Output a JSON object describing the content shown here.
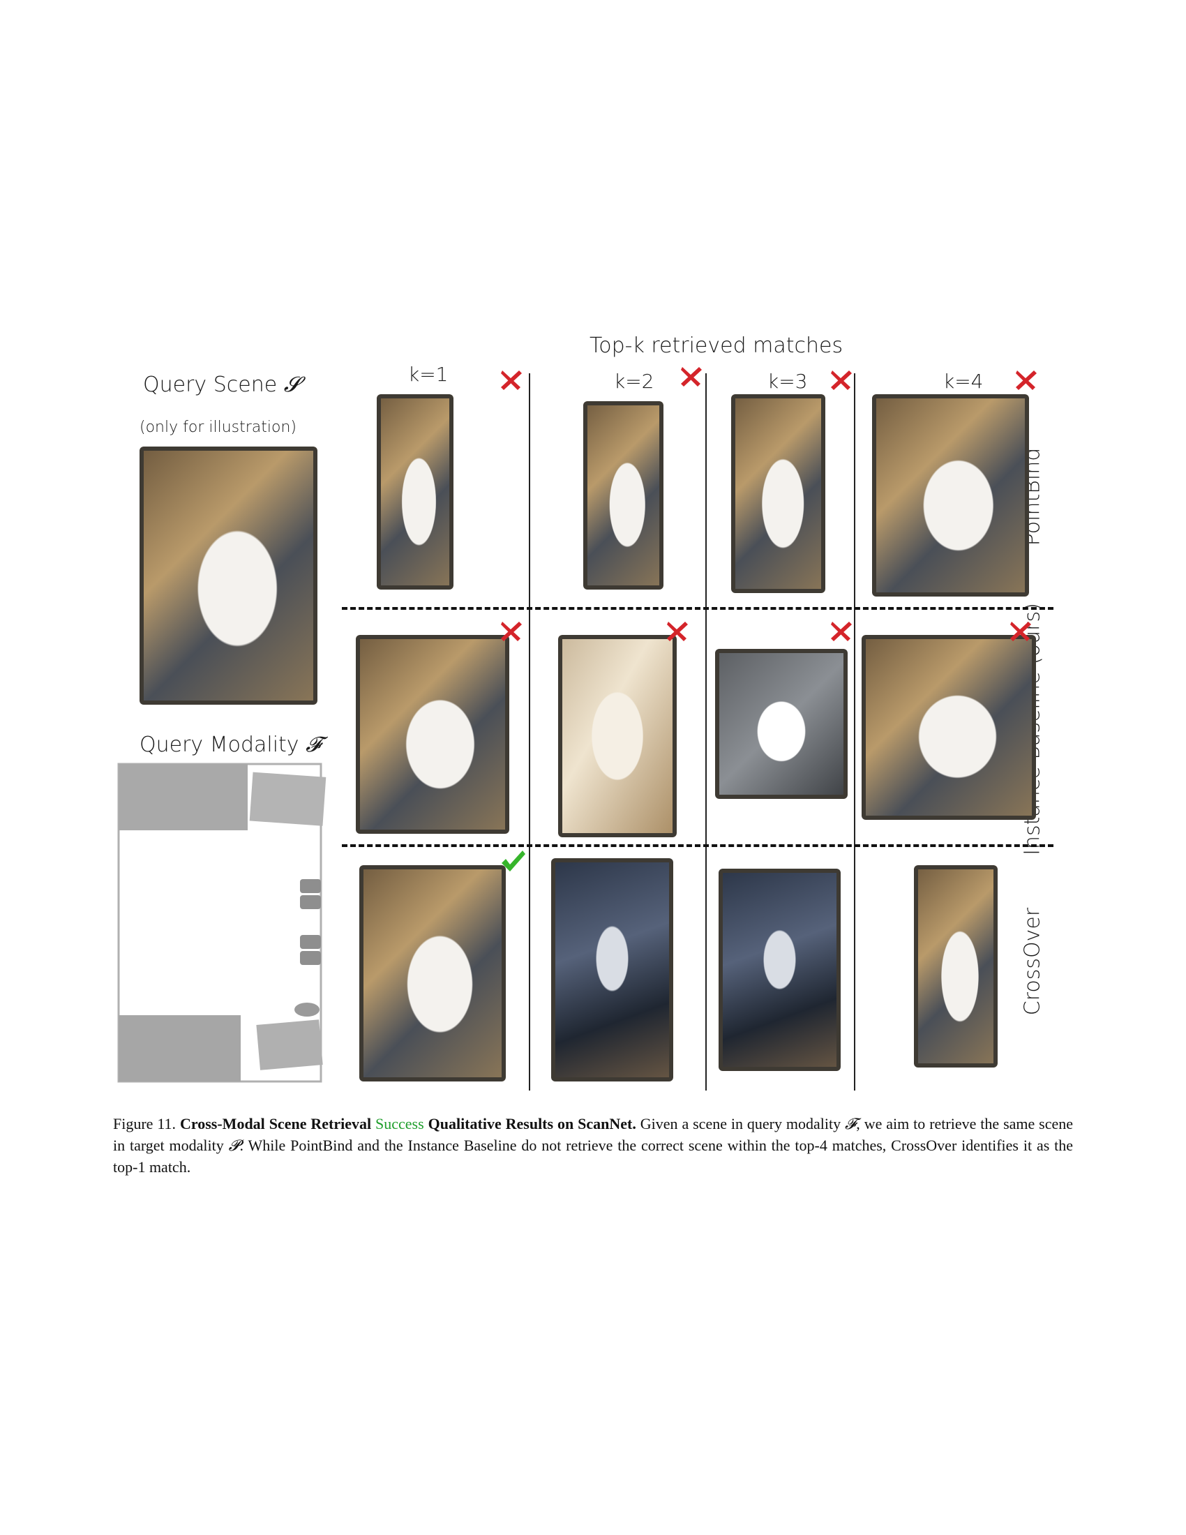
{
  "figure": {
    "top_header": "Top-k retrieved matches",
    "query_scene_label": "Query Scene",
    "query_scene_symbol": "𝓢",
    "query_scene_note": "(only for illustration)",
    "query_modality_label": "Query Modality",
    "query_modality_symbol": "𝓕",
    "columns": [
      "k=1",
      "k=2",
      "k=3",
      "k=4"
    ],
    "rows": [
      "PointBind",
      "Instance Baseline (ours)",
      "CrossOver"
    ],
    "results": {
      "PointBind": [
        "wrong",
        "wrong",
        "wrong",
        "wrong"
      ],
      "Instance Baseline (ours)": [
        "wrong",
        "wrong",
        "wrong",
        "wrong"
      ],
      "CrossOver": [
        "correct",
        "none",
        "none",
        "none"
      ]
    },
    "colors": {
      "cross": "#d4242a",
      "check": "#36b52b",
      "success_text": "#1f9e2c"
    }
  },
  "caption": {
    "prefix": "Figure 11.",
    "bold_1": "Cross-Modal Scene Retrieval",
    "green_word": "Success",
    "bold_2": "Qualitative Results on ScanNet.",
    "body_1": "Given a scene in query modality",
    "sym_f": "𝓕",
    "body_2": ", we aim to retrieve the same scene in target modality",
    "sym_p": "𝓟",
    "body_3": ". While PointBind and the Instance Baseline do not retrieve the correct scene within the top-4 matches, CrossOver identifies it as the top-1 match."
  }
}
